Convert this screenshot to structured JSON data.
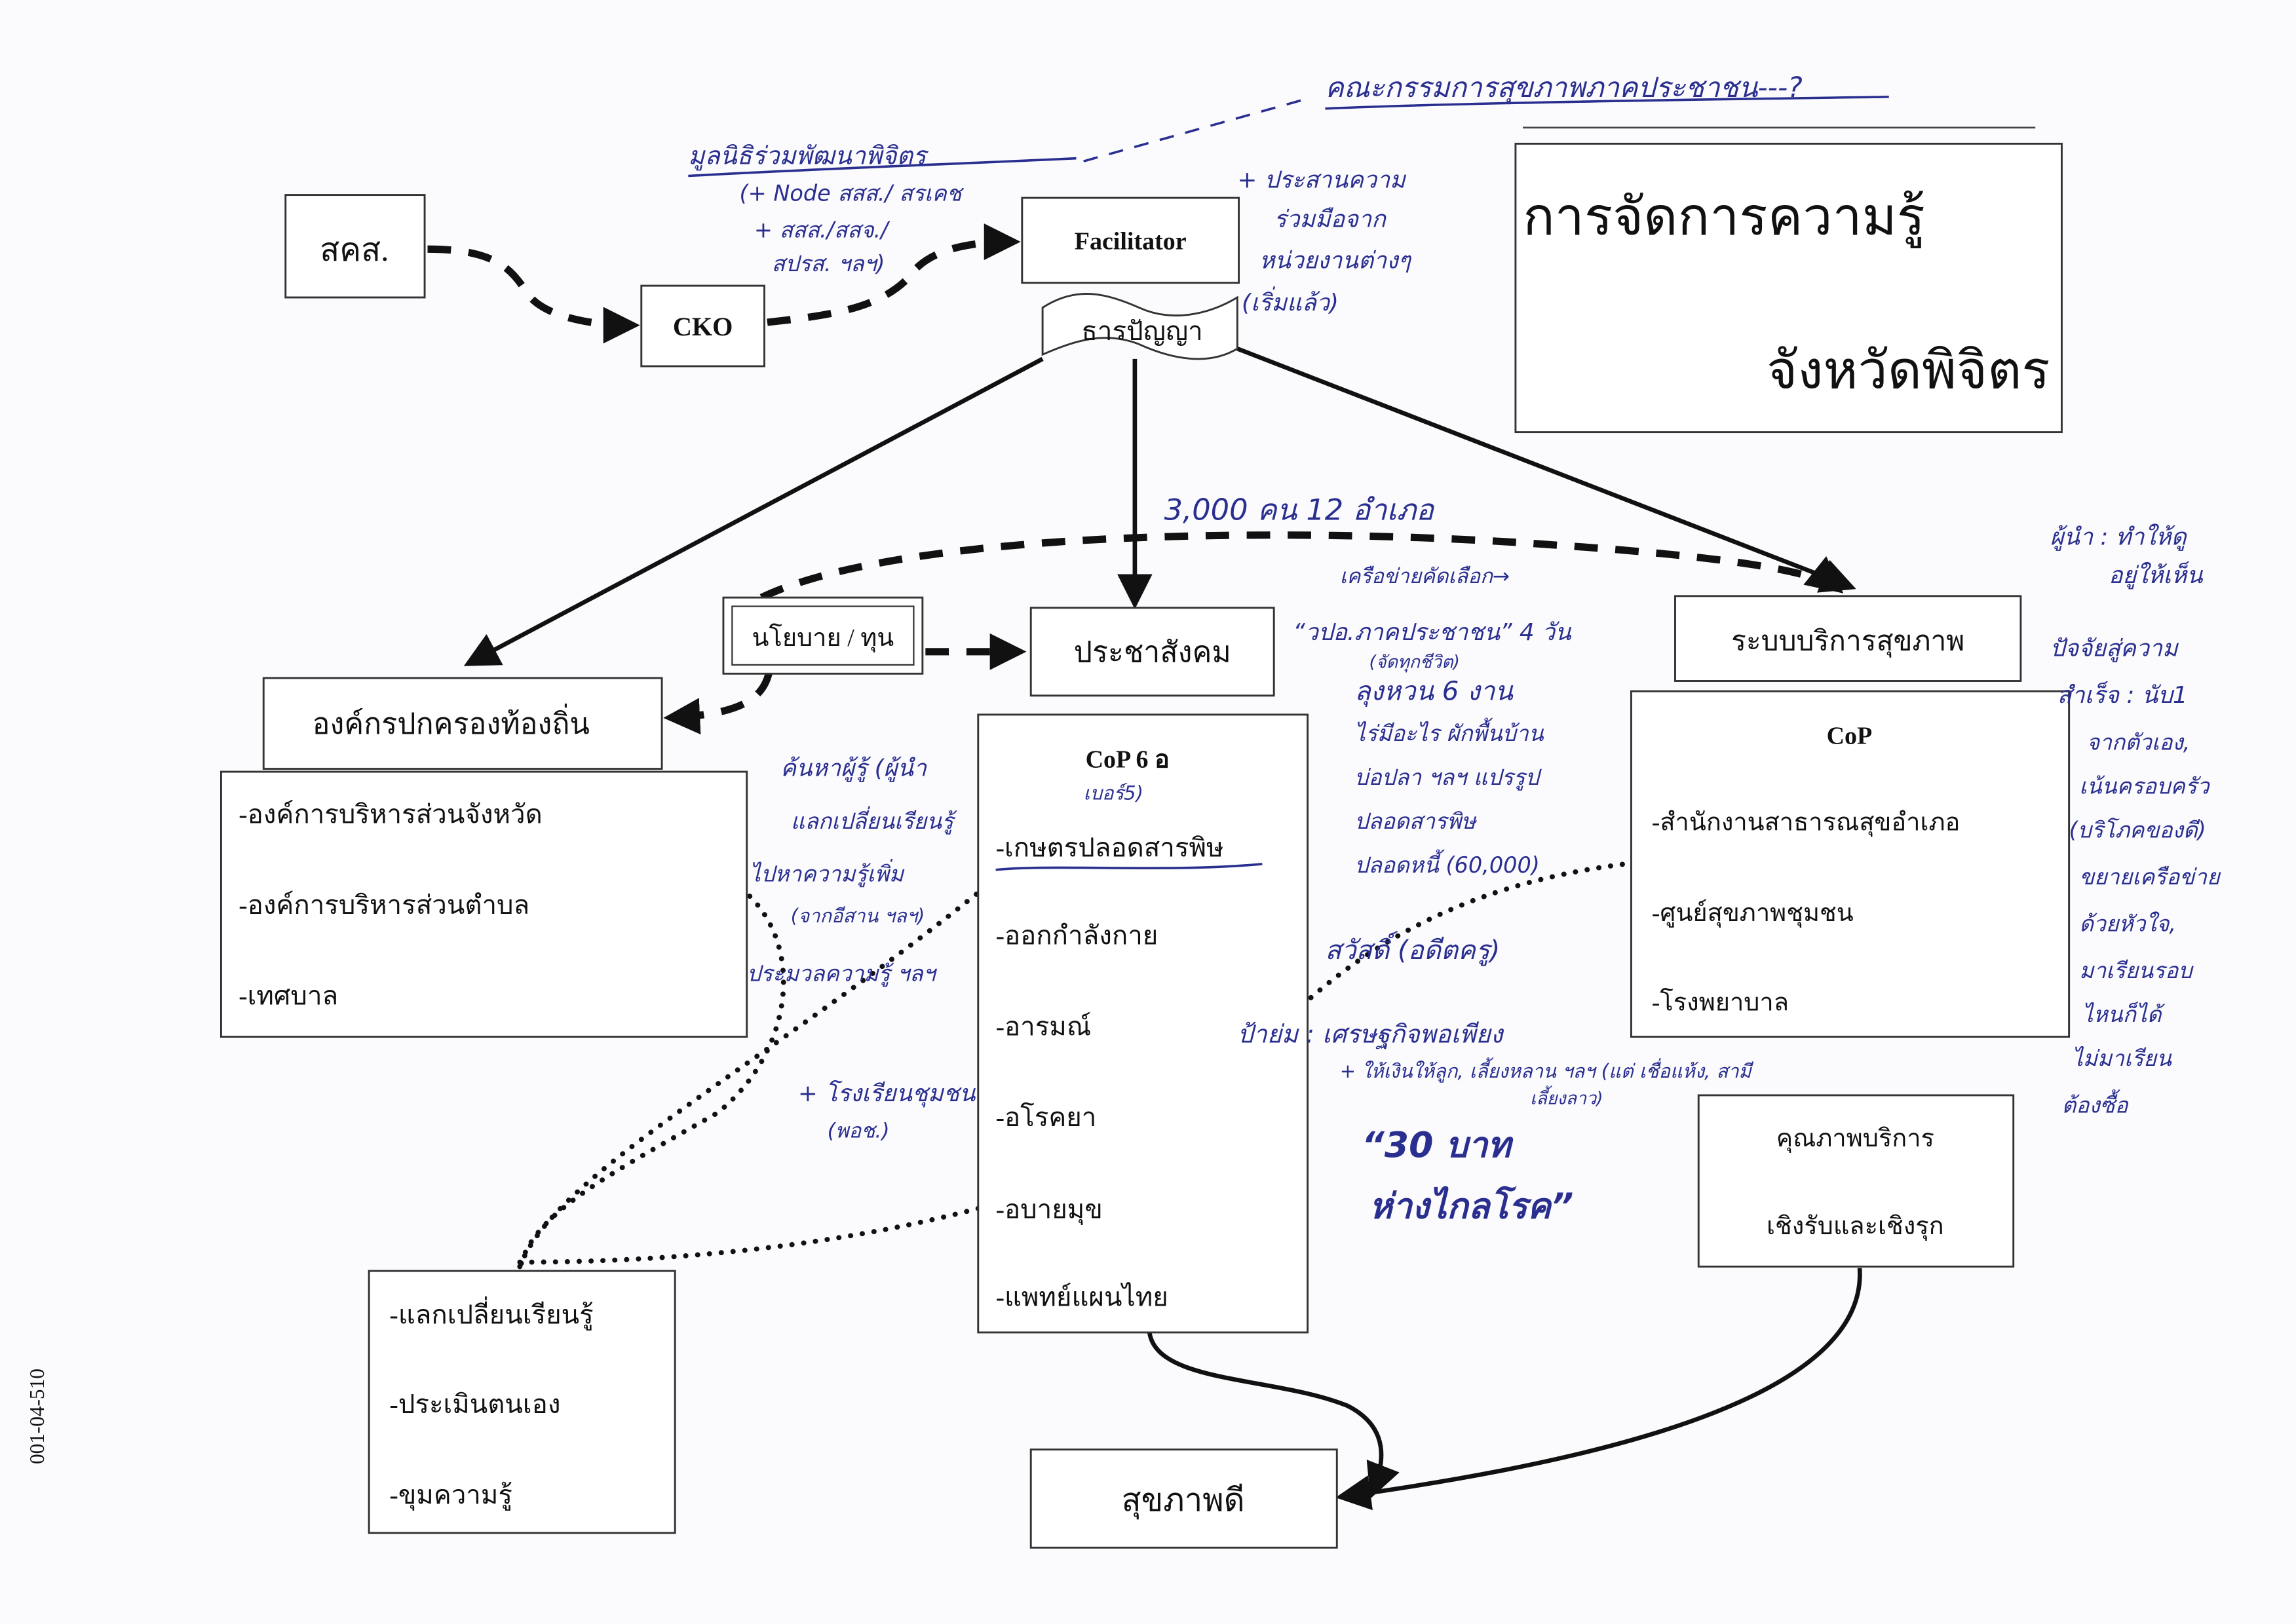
{
  "title": {
    "line1": "การจัดการความรู้",
    "line2": "จังหวัดพิจิตร"
  },
  "nodes": {
    "skas": "สคส.",
    "cko": "CKO",
    "facilitator": "Facilitator",
    "tharnpanya": "ธารปัญญา",
    "health_service": "ระบบบริการสุขภาพ",
    "civil_society": "ประชาสังคม",
    "policy_fund": "นโยบาย / ทุน",
    "local_gov": "องค์กรปกครองท้องถิ่น",
    "good_health": "สุขภาพดี"
  },
  "local_gov_list": [
    "-องค์การบริหารส่วนจังหวัด",
    "-องค์การบริหารส่วนตำบล",
    "-เทศบาล"
  ],
  "cop6": {
    "title": "CoP  6 อ",
    "items": [
      "-เกษตรปลอดสารพิษ",
      "-ออกกำลังกาย",
      "-อารมณ์",
      "-อโรคยา",
      "-อบายมุข",
      "-แพทย์แผนไทย"
    ]
  },
  "cop_health": {
    "title": "CoP",
    "items": [
      "-สำนักงานสาธารณสุขอำเภอ",
      "-ศูนย์สุขภาพชุมชน",
      "-โรงพยาบาล"
    ]
  },
  "service_quality": {
    "line1": "คุณภาพบริการ",
    "line2": "เชิงรับและเชิงรุก"
  },
  "km_tools": [
    "-แลกเปลี่ยนเรียนรู้",
    "-ประเมินตนเอง",
    "-ขุมความรู้"
  ],
  "side_code": "001-04-510",
  "handwriting": {
    "committee": "คณะกรรมการสุขภาพภาคประชาชน---?",
    "foundation": "มูลนิธิร่วมพัฒนาพิจิตร",
    "foundation_2": "(+ Node สสส./ สรเคช",
    "foundation_3": "+ สสส./สสจ./",
    "foundation_4": "สปรส. ฯลฯ)",
    "coop_1": "+ ประสานความ",
    "coop_2": "ร่วมมือจาก",
    "coop_3": "หน่วยงานต่างๆ",
    "coop_4": "(เริ่มแล้ว)",
    "people": "3,000 คน  12 อำเภอ",
    "network": "เครือข่ายคัดเลือก→",
    "course": "“วปอ.ภาคประชาชน” 4 วัน",
    "course_2": "(จัดทุกชีวิต)",
    "uncle": "ลุงหวน  6 งาน",
    "uncle_2": "ไร่มีอะไร ผักพื้นบ้าน",
    "uncle_3": "บ่อปลา ฯลฯ แปรรูป",
    "uncle_4": "ปลอดสารพิษ",
    "uncle_5": "ปลอดหนี้ (60,000)",
    "search": "ค้นหาผู้รู้ (ผู้นำ",
    "search_2": "เบอร์5)",
    "exchange": "แลกเปลี่ยนเรียนรู้",
    "seek": "ไปหาความรู้เพิ่ม",
    "seek_2": "(จากอีสาน ฯลฯ)",
    "compile": "ประมวลความรู้ ฯลฯ",
    "school": "+ โรงเรียนชุมชน",
    "school_2": "(พอช.)",
    "sawat": "สวัสดิ์ (อดีตครู)",
    "payom": "ป้าย่ม : เศรษฐกิจพอเพียง",
    "payom_2": "+ ให้เงินให้ลูก, เลี้ยงหลาน ฯลฯ (แต่ เชื่อแห้ง, สามี",
    "payom_3": "เลี้ยงลาว)",
    "slogan": "“30 บาท",
    "slogan_2": "ห่างไกลโรค”",
    "leader": "ผู้นำ : ทำให้ดู",
    "leader_2": "อยู่ให้เห็น",
    "success": "ปัจจัยสู่ความ",
    "success_2": "สำเร็จ : นับ1",
    "success_3": "จากตัวเอง,",
    "success_4": "เน้นครอบครัว",
    "success_5": "(บริโภคของดี)",
    "success_6": "ขยายเครือข่าย",
    "success_7": "ด้วยหัวใจ,",
    "success_8": "มาเรียนรอบ",
    "success_9": "ไหนก็ได้",
    "success_10": "ไม่มาเรียน",
    "success_11": "ต้องซื้อ"
  },
  "colors": {
    "ink": "#2a2f8f",
    "print": "#111111"
  }
}
